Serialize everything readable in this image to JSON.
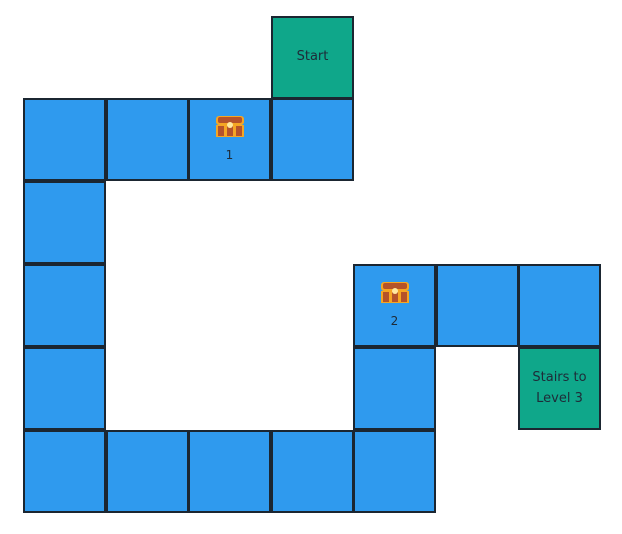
{
  "colors": {
    "path": "#2f9aee",
    "special": "#0fa78a",
    "border": "#1b2631"
  },
  "start": {
    "label": "Start"
  },
  "end": {
    "label": "Stairs to Level 3"
  },
  "chests": [
    {
      "icon": "treasure-chest-icon",
      "label": "1"
    },
    {
      "icon": "treasure-chest-icon",
      "label": "2"
    }
  ]
}
